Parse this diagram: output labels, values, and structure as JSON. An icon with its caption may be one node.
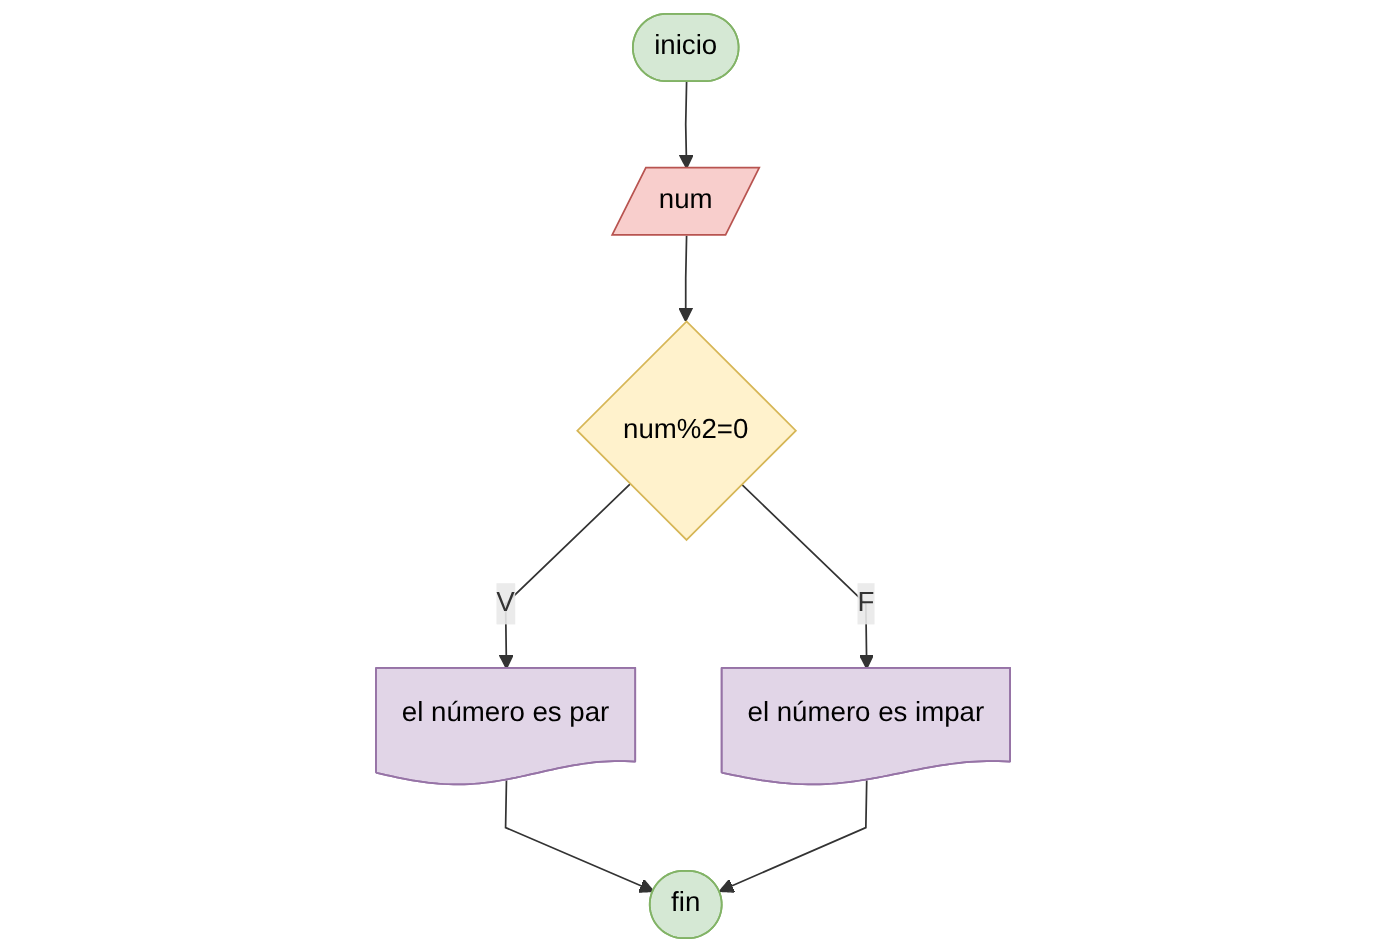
{
  "diagram": {
    "nodes": [
      {
        "text": [
          "inicio"
        ]
      },
      {
        "text": [
          "num"
        ]
      },
      {
        "text": [
          "num%2=0"
        ]
      },
      {
        "text": [
          "el número es par"
        ]
      },
      {
        "text": [
          "el número es impar"
        ]
      },
      {
        "text": [
          "fin"
        ]
      }
    ],
    "edges": [
      {
        "from": 0,
        "to": 1,
        "arrow": "to"
      },
      {
        "from": 1,
        "to": 2,
        "arrow": "to"
      },
      {
        "from": 2,
        "to": 3,
        "arrow": "to",
        "label": "V"
      },
      {
        "from": 2,
        "to": 4,
        "arrow": "to",
        "label": "F"
      },
      {
        "from": 3,
        "to": 5,
        "arrow": "to"
      },
      {
        "from": 4,
        "to": 5,
        "arrow": "to"
      }
    ]
  }
}
